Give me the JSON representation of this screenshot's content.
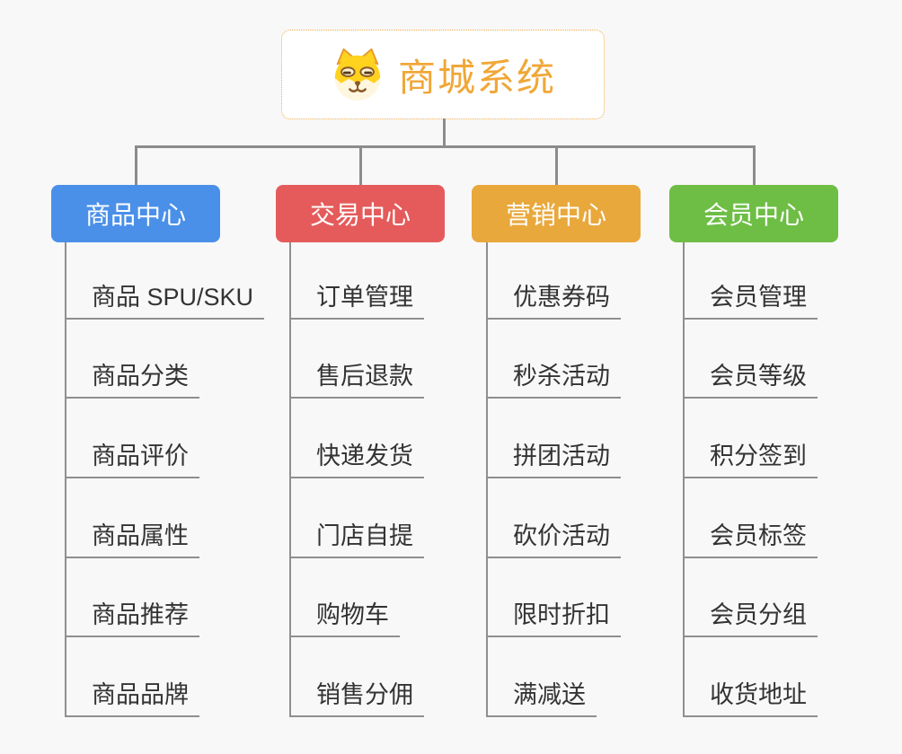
{
  "diagram": {
    "title": "商城系统 mind map",
    "background_color": "#f8f8f8",
    "line_color": "#8c8c8c",
    "leaf_text_color": "#333333"
  },
  "root": {
    "label": "商城系统",
    "icon": "dog-face-icon",
    "text_color": "#f0a737",
    "border_color": "#f0ac4b",
    "background": "#ffffff"
  },
  "branches": [
    {
      "label": "商品中心",
      "color": "#4a90e9",
      "children": [
        "商品 SPU/SKU",
        "商品分类",
        "商品评价",
        "商品属性",
        "商品推荐",
        "商品品牌"
      ]
    },
    {
      "label": "交易中心",
      "color": "#e55b5b",
      "children": [
        "订单管理",
        "售后退款",
        "快递发货",
        "门店自提",
        "购物车",
        "销售分佣"
      ]
    },
    {
      "label": "营销中心",
      "color": "#e9a83b",
      "children": [
        "优惠券码",
        "秒杀活动",
        "拼团活动",
        "砍价活动",
        "限时折扣",
        "满减送"
      ]
    },
    {
      "label": "会员中心",
      "color": "#6ebe45",
      "children": [
        "会员管理",
        "会员等级",
        "积分签到",
        "会员标签",
        "会员分组",
        "收货地址"
      ]
    }
  ]
}
